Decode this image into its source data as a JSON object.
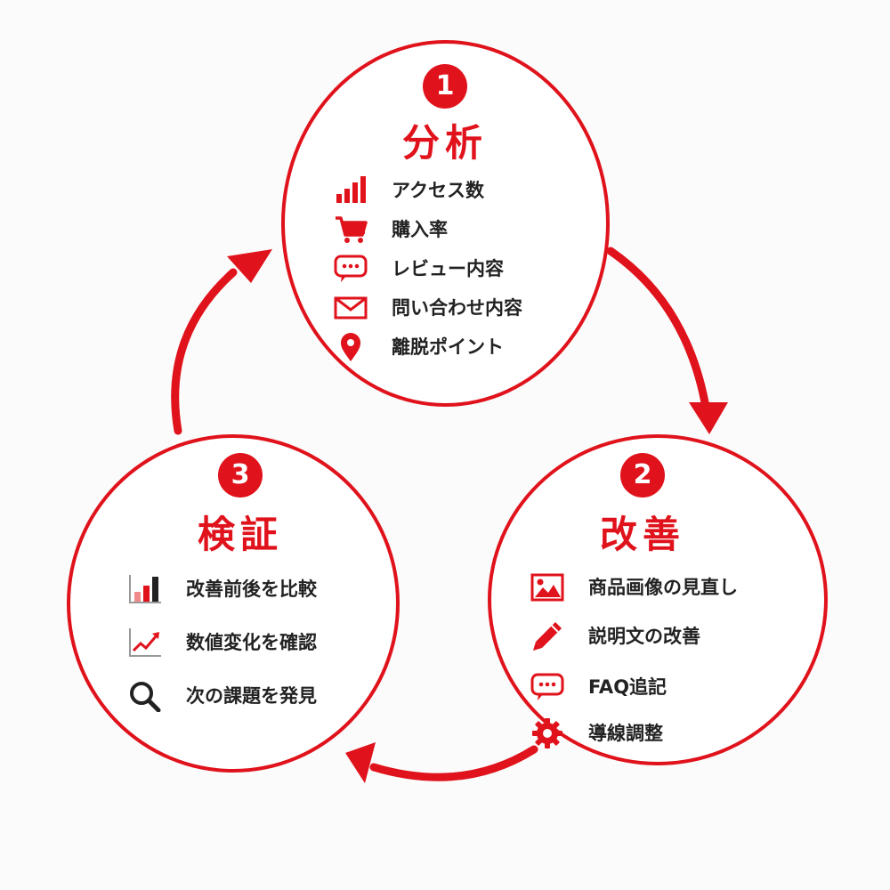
{
  "colors": {
    "accent": "#e0121b",
    "text": "#222222",
    "background": "#fbfbfb"
  },
  "steps": [
    {
      "number": "1",
      "title": "分析",
      "items": [
        {
          "icon": "bar-chart-icon",
          "label": "アクセス数"
        },
        {
          "icon": "shopping-cart-icon",
          "label": "購入率"
        },
        {
          "icon": "speech-bubble-icon",
          "label": "レビュー内容"
        },
        {
          "icon": "envelope-icon",
          "label": "問い合わせ内容"
        },
        {
          "icon": "map-pin-icon",
          "label": "離脱ポイント"
        }
      ]
    },
    {
      "number": "2",
      "title": "改善",
      "items": [
        {
          "icon": "image-icon",
          "label": "商品画像の見直し"
        },
        {
          "icon": "pencil-icon",
          "label": "説明文の改善"
        },
        {
          "icon": "speech-bubble-icon",
          "label": "FAQ追記"
        },
        {
          "icon": "gear-icon",
          "label": "導線調整"
        }
      ]
    },
    {
      "number": "3",
      "title": "検証",
      "items": [
        {
          "icon": "bar-comparison-icon",
          "label": "改善前後を比較"
        },
        {
          "icon": "trend-line-icon",
          "label": "数値変化を確認"
        },
        {
          "icon": "magnifier-icon",
          "label": "次の課題を発見"
        }
      ]
    }
  ]
}
